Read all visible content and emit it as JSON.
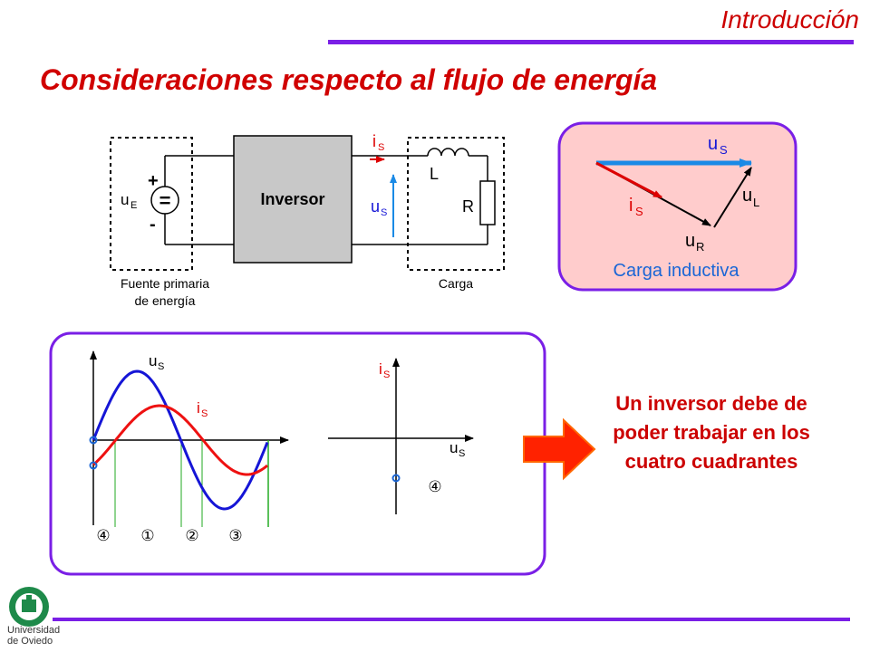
{
  "header": {
    "section": "Introducción",
    "title": "Consideraciones respecto al flujo de energía"
  },
  "circuit": {
    "source_plus": "+",
    "source_minus": "-",
    "source_eq": "=",
    "source_voltage": "u",
    "source_voltage_sub": "E",
    "inverter_label": "Inversor",
    "current_label": "i",
    "current_sub": "S",
    "voltage_label": "u",
    "voltage_sub": "S",
    "inductor_label": "L",
    "resistor_label": "R",
    "source_caption_line1": "Fuente primaria",
    "source_caption_line2": "de energía",
    "load_caption": "Carga"
  },
  "phasor": {
    "us": "u",
    "us_sub": "S",
    "is": "i",
    "is_sub": "S",
    "ul": "u",
    "ul_sub": "L",
    "ur": "u",
    "ur_sub": "R",
    "caption": "Carga inductiva"
  },
  "waveforms": {
    "us": "u",
    "us_sub": "S",
    "is": "i",
    "is_sub": "S",
    "quadrant_markers": [
      "④",
      "①",
      "②",
      "③"
    ]
  },
  "plane": {
    "y_label": "i",
    "y_sub": "S",
    "x_label": "u",
    "x_sub": "S",
    "quadrant": "④"
  },
  "conclusion": "Un inversor debe de poder trabajar en los cuatro cuadrantes",
  "logo": {
    "line1": "Universidad",
    "line2": "de Oviedo"
  },
  "colors": {
    "accent_red": "#cc0000",
    "purple": "#7a1fe6",
    "blue": "#1515d6",
    "phasor_bg": "#ffcccc"
  }
}
